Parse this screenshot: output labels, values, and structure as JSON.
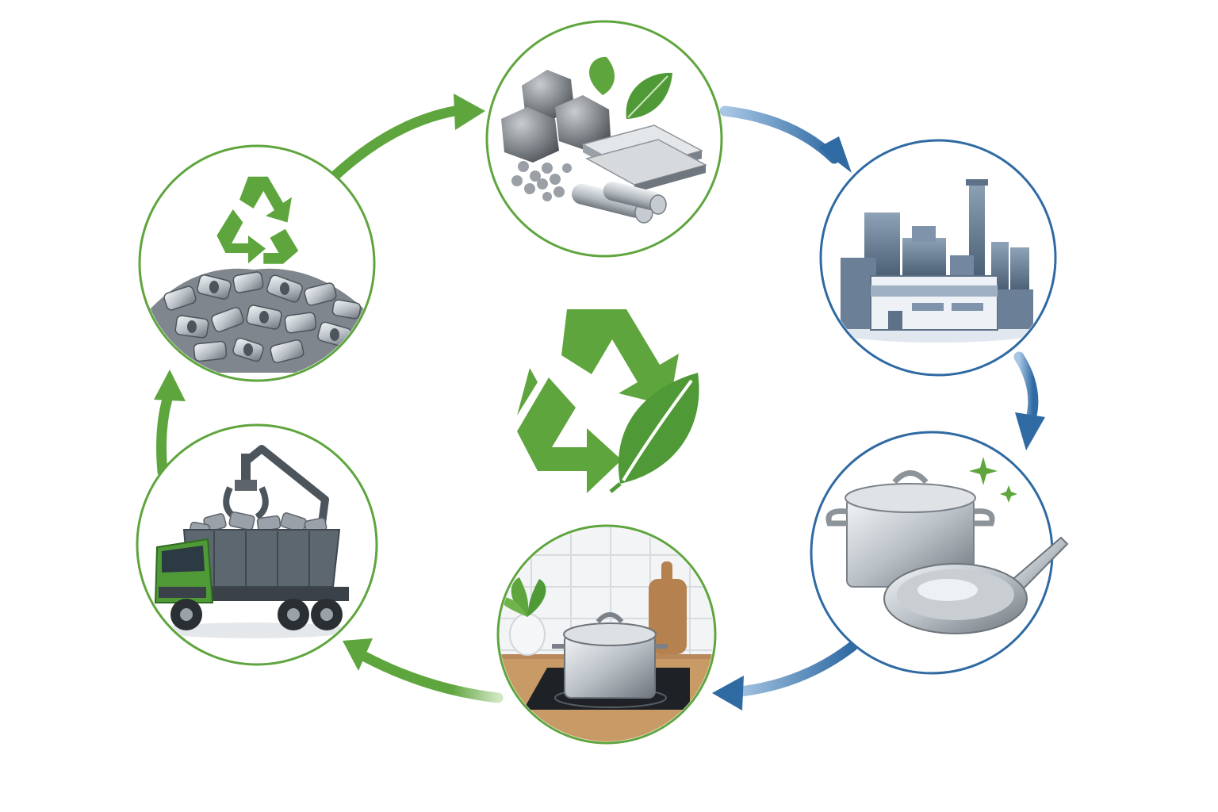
{
  "colors": {
    "green": "#5fa53e",
    "green_dark": "#3f8a2c",
    "blue": "#2f6aa3",
    "blue_light": "#9cc0e0",
    "metal_light": "#e6e9ec",
    "metal_mid": "#a9b0b7",
    "metal_dark": "#5d646b",
    "wood": "#c89a66",
    "truck_green": "#4f9a36"
  },
  "stages": [
    {
      "id": "raw-materials",
      "icon": "raw-ore-and-metal-sheets-icon",
      "ring": "green"
    },
    {
      "id": "manufacturing",
      "icon": "factory-icon",
      "ring": "blue"
    },
    {
      "id": "cookware-products",
      "icon": "pot-and-pan-icon",
      "ring": "blue"
    },
    {
      "id": "home-use",
      "icon": "pot-on-stove-icon",
      "ring": "green"
    },
    {
      "id": "scrap-collection",
      "icon": "scrap-truck-icon",
      "ring": "green"
    },
    {
      "id": "recycling",
      "icon": "recycling-scrap-pile-icon",
      "ring": "green"
    }
  ],
  "center": {
    "icon": "recycle-leaf-icon"
  }
}
